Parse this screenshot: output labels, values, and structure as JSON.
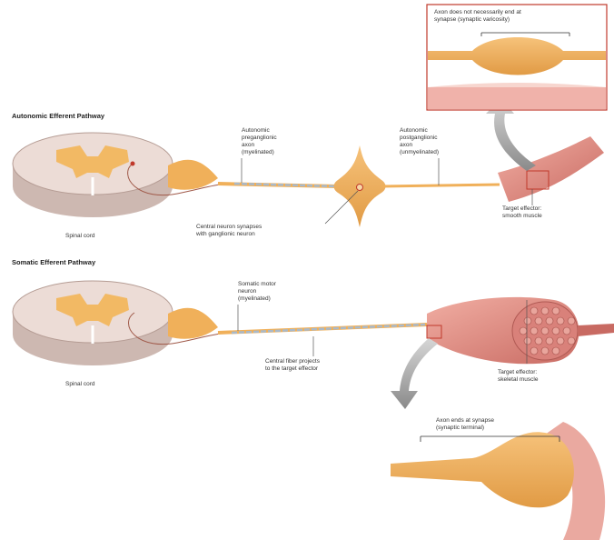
{
  "titles": {
    "autonomic": "Autonomic Efferent Pathway",
    "somatic": "Somatic Efferent Pathway"
  },
  "labels": {
    "spinal_cord_top": "Spinal cord",
    "spinal_cord_bottom": "Spinal cord",
    "pre_axon": [
      "Autonomic",
      "preganglionic",
      "axon",
      "(myelinated)"
    ],
    "post_axon": [
      "Autonomic",
      "postganglionic",
      "axon",
      "(unmyelinated)"
    ],
    "central_synapse": [
      "Central neuron synapses",
      "with ganglionic neuron"
    ],
    "target_smooth": [
      "Target effector:",
      "smooth muscle"
    ],
    "somatic_motor": [
      "Somatic motor",
      "neuron",
      "(myelinated)"
    ],
    "central_fiber": [
      "Central fiber projects",
      "to the target effector"
    ],
    "target_skeletal": [
      "Target effector:",
      "skeletal muscle"
    ],
    "inset_top": [
      "Axon does not necessarily end at",
      "synapse (synaptic varicosity)"
    ],
    "inset_bottom": [
      "Axon ends at synapse",
      "(synaptic terminal)"
    ]
  },
  "colors": {
    "nerve": "#f0b05a",
    "nerve_dark": "#d98a2a",
    "cord_outer": "#ead9d3",
    "cord_gray": "#f2b964",
    "muscle": "#e8968a",
    "muscle_dark": "#c86a62",
    "myelin": "#a9b9c9",
    "inset_border": "#c0392b",
    "arrow_gray": "#9a9a9a"
  }
}
